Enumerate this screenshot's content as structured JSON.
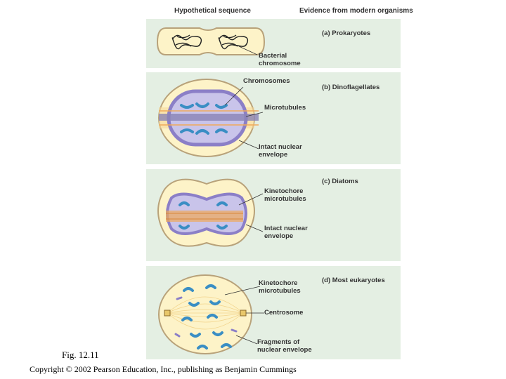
{
  "headers": {
    "left": "Hypothetical sequence",
    "right": "Evidence from modern organisms"
  },
  "panels": {
    "a": {
      "title": "(a) Prokaryotes",
      "labels": [
        "Bacterial",
        "chromosome"
      ]
    },
    "b": {
      "title": "(b) Dinoflagellates",
      "chromosomes": "Chromosomes",
      "microtubules": "Microtubules",
      "envelope": [
        "Intact nuclear",
        "envelope"
      ]
    },
    "c": {
      "title": "(c) Diatoms",
      "kinetochore": [
        "Kinetochore",
        "microtubules"
      ],
      "envelope": [
        "Intact nuclear",
        "envelope"
      ]
    },
    "d": {
      "title": "(d) Most eukaryotes",
      "kinetochore": [
        "Kinetochore",
        "microtubules"
      ],
      "centrosome": "Centrosome",
      "fragments": [
        "Fragments of",
        "nuclear envelope"
      ]
    }
  },
  "figure_caption": "Fig. 12.11",
  "copyright": "Copyright © 2002 Pearson Education, Inc., publishing as Benjamin Cummings",
  "colors": {
    "panel_bg": "#e4efe3",
    "cell_fill": "#fdf3c8",
    "cell_outline": "#b8a27a",
    "nucleus_fill": "#c9c4ea",
    "nucleus_outline": "#8b7fc7",
    "chromosome": "#3a8ec4",
    "microtubule": "#f0a95a"
  }
}
